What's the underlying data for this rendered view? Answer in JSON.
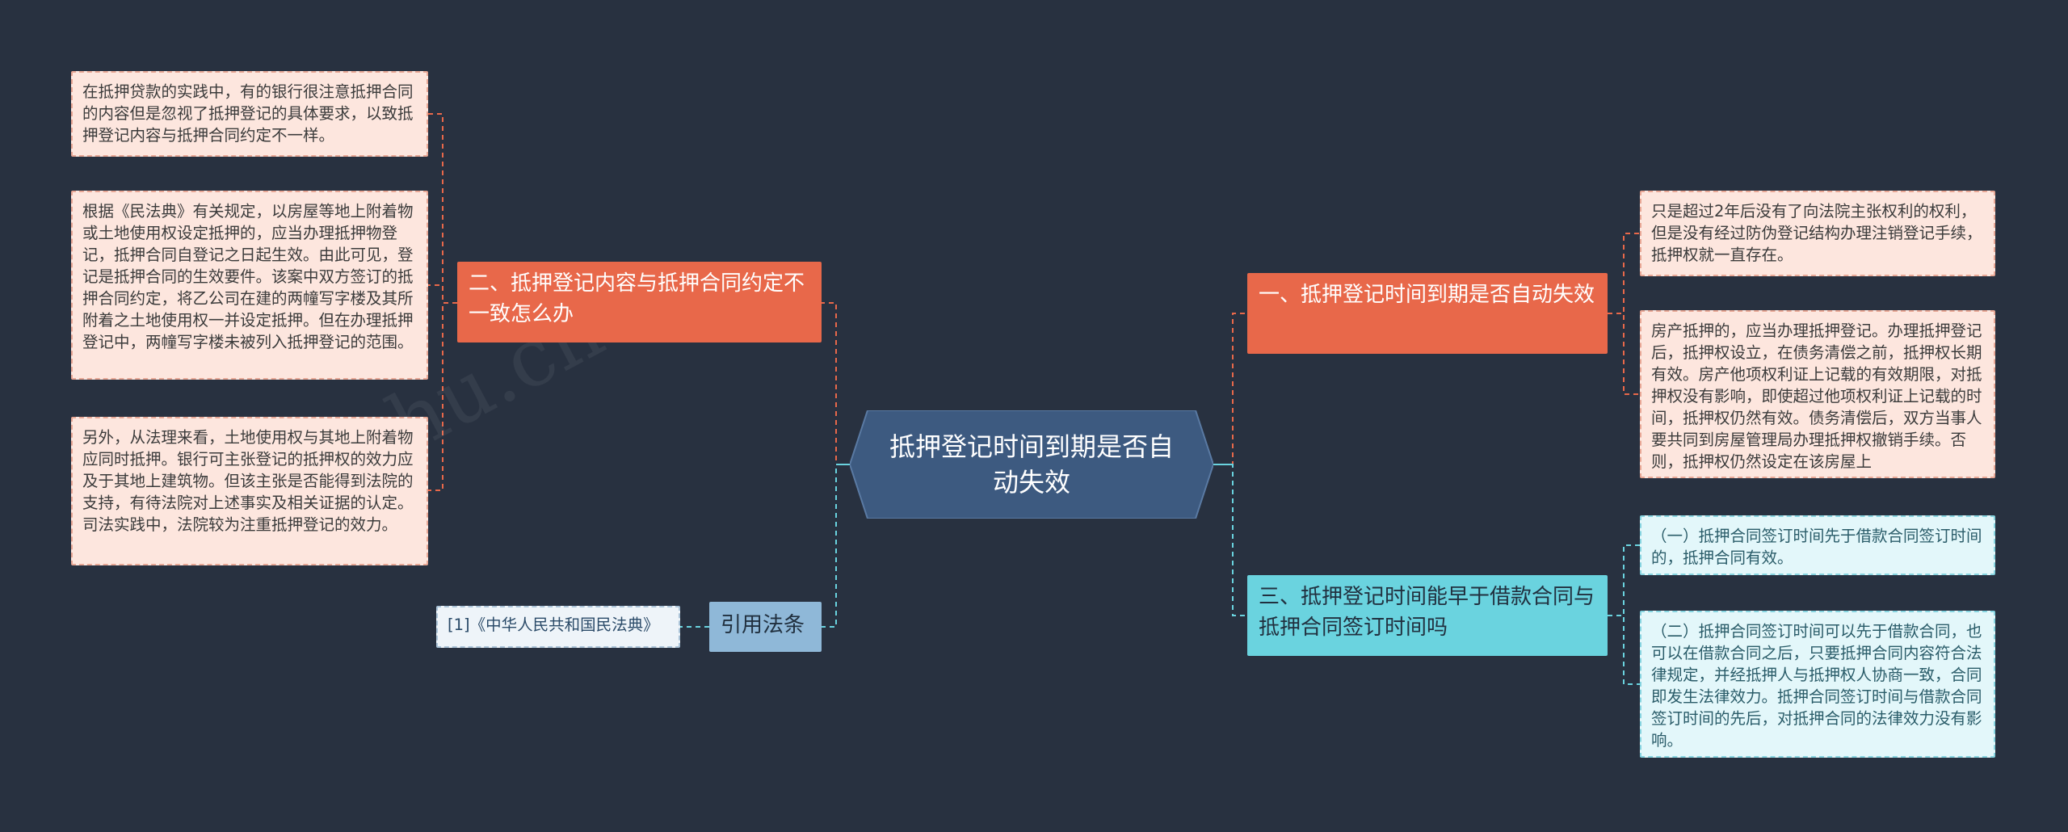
{
  "root": {
    "label": "抵押登记时间到期是否自动失效"
  },
  "left_branches": [
    {
      "label": "二、抵押登记内容与抵押合同约定不一致怎么办",
      "children": [
        "在抵押贷款的实践中，有的银行很注意抵押合同的内容但是忽视了抵押登记的具体要求，以致抵押登记内容与抵押合同约定不一样。",
        "根据《民法典》有关规定，以房屋等地上附着物或土地使用权设定抵押的，应当办理抵押物登记，抵押合同自登记之日起生效。由此可见，登记是抵押合同的生效要件。该案中双方签订的抵押合同约定，将乙公司在建的两幢写字楼及其所附着之土地使用权一并设定抵押。但在办理抵押登记中，两幢写字楼未被列入抵押登记的范围。",
        "另外，从法理来看，土地使用权与其地上附着物应同时抵押。银行可主张登记的抵押权的效力应及于其地上建筑物。但该主张是否能得到法院的支持，有待法院对上述事实及相关证据的认定。司法实践中，法院较为注重抵押登记的效力。"
      ]
    },
    {
      "label": "引用法条",
      "children": [
        "[1]《中华人民共和国民法典》"
      ]
    }
  ],
  "right_branches": [
    {
      "label": "一、抵押登记时间到期是否自动失效",
      "children": [
        "只是超过2年后没有了向法院主张权利的权利，但是没有经过防伪登记结构办理注销登记手续，抵押权就一直存在。",
        "房产抵押的，应当办理抵押登记。办理抵押登记后，抵押权设立，在债务清偿之前，抵押权长期有效。房产他项权利证上记载的有效期限，对抵押权没有影响，即使超过他项权利证上记载的时间，抵押权仍然有效。债务清偿后，双方当事人要共同到房屋管理局办理抵押权撤销手续。否则，抵押权仍然设定在该房屋上"
      ]
    },
    {
      "label": "三、抵押登记时间能早于借款合同与抵押合同签订时间吗",
      "children": [
        "（一）抵押合同签订时间先于借款合同签订时间的，抵押合同有效。",
        "（二）抵押合同签订时间可以先于借款合同，也可以在借款合同之后，只要抵押合同内容符合法律规定，并经抵押人与抵押权人协商一致，合同即发生法律效力。抵押合同签订时间与借款合同签订时间的先后，对抵押合同的法律效力没有影响。"
      ]
    }
  ],
  "colors": {
    "background": "#283140",
    "root": "#3d5a80",
    "orange": "#e8684a",
    "cyan": "#6ad3df",
    "blue": "#8fb8d8"
  }
}
